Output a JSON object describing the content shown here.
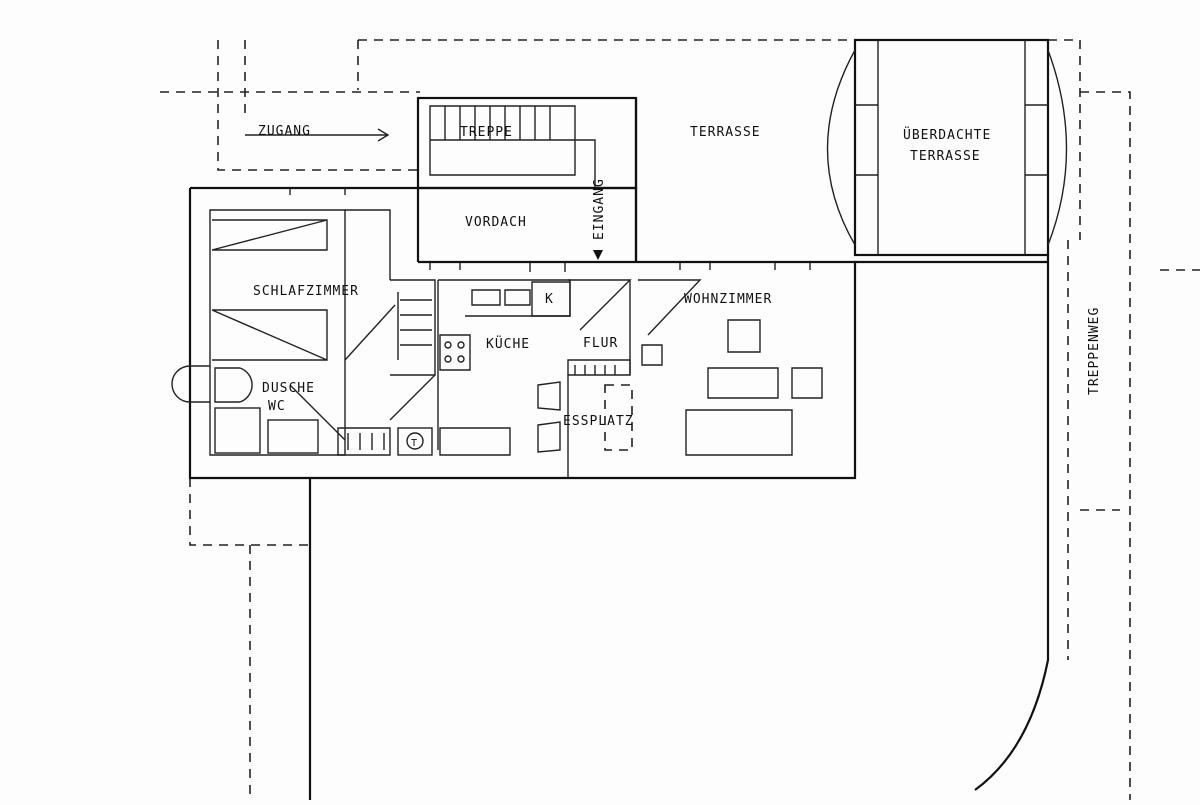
{
  "rooms": {
    "zugang": "ZUGANG",
    "treppe": "TREPPE",
    "terrasse": "TERRASSE",
    "ueberdachte_1": "ÜBERDACHTE",
    "ueberdachte_2": "TERRASSE",
    "vordach": "VORDACH",
    "eingang": "EINGANG",
    "schlafzimmer": "SCHLAFZIMMER",
    "kueche": "KÜCHE",
    "kuehlschrank": "K",
    "flur": "FLUR",
    "wohnzimmer": "WOHNZIMMER",
    "dusche": "DUSCHE",
    "wc": "WC",
    "essplatz": "ESSPLATZ",
    "trockner": "T",
    "treppenweg": "TREPPENWEG"
  },
  "colors": {
    "ink": "#111111",
    "paper": "#fdfdfd"
  }
}
